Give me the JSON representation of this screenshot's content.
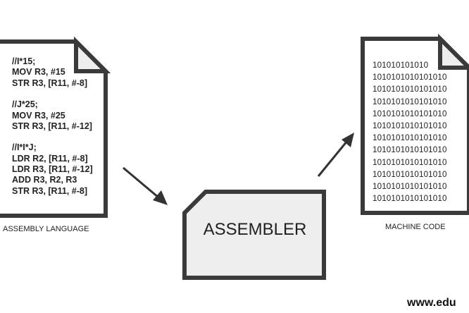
{
  "assembly": {
    "caption": "ASSEMBLY LANGUAGE",
    "lines": [
      "//I*15;",
      "MOV R3, #15",
      "STR R3, [R11, #-8]",
      "",
      "//J*25;",
      "MOV R3, #25",
      "STR R3, [R11, #-12]",
      "",
      "//I*I*J;",
      "LDR R2, [R11, #-8]",
      "LDR R3, [R11, #-12]",
      "ADD R3, R2, R3",
      "STR R3, [R11, #-8]"
    ]
  },
  "assembler": {
    "label": "ASSEMBLER"
  },
  "machine_code": {
    "caption": "MACHINE CODE",
    "lines": [
      "101010101010",
      "1010101010101010",
      "1010101010101010",
      "1010101010101010",
      "1010101010101010",
      "1010101010101010",
      "1010101010101010",
      "1010101010101010",
      "1010101010101010",
      "1010101010101010",
      "1010101010101010",
      "1010101010101010"
    ]
  },
  "watermark": "www.edu",
  "colors": {
    "stroke": "#3a3a3a",
    "fill": "#eeeeee",
    "text": "#222222"
  }
}
